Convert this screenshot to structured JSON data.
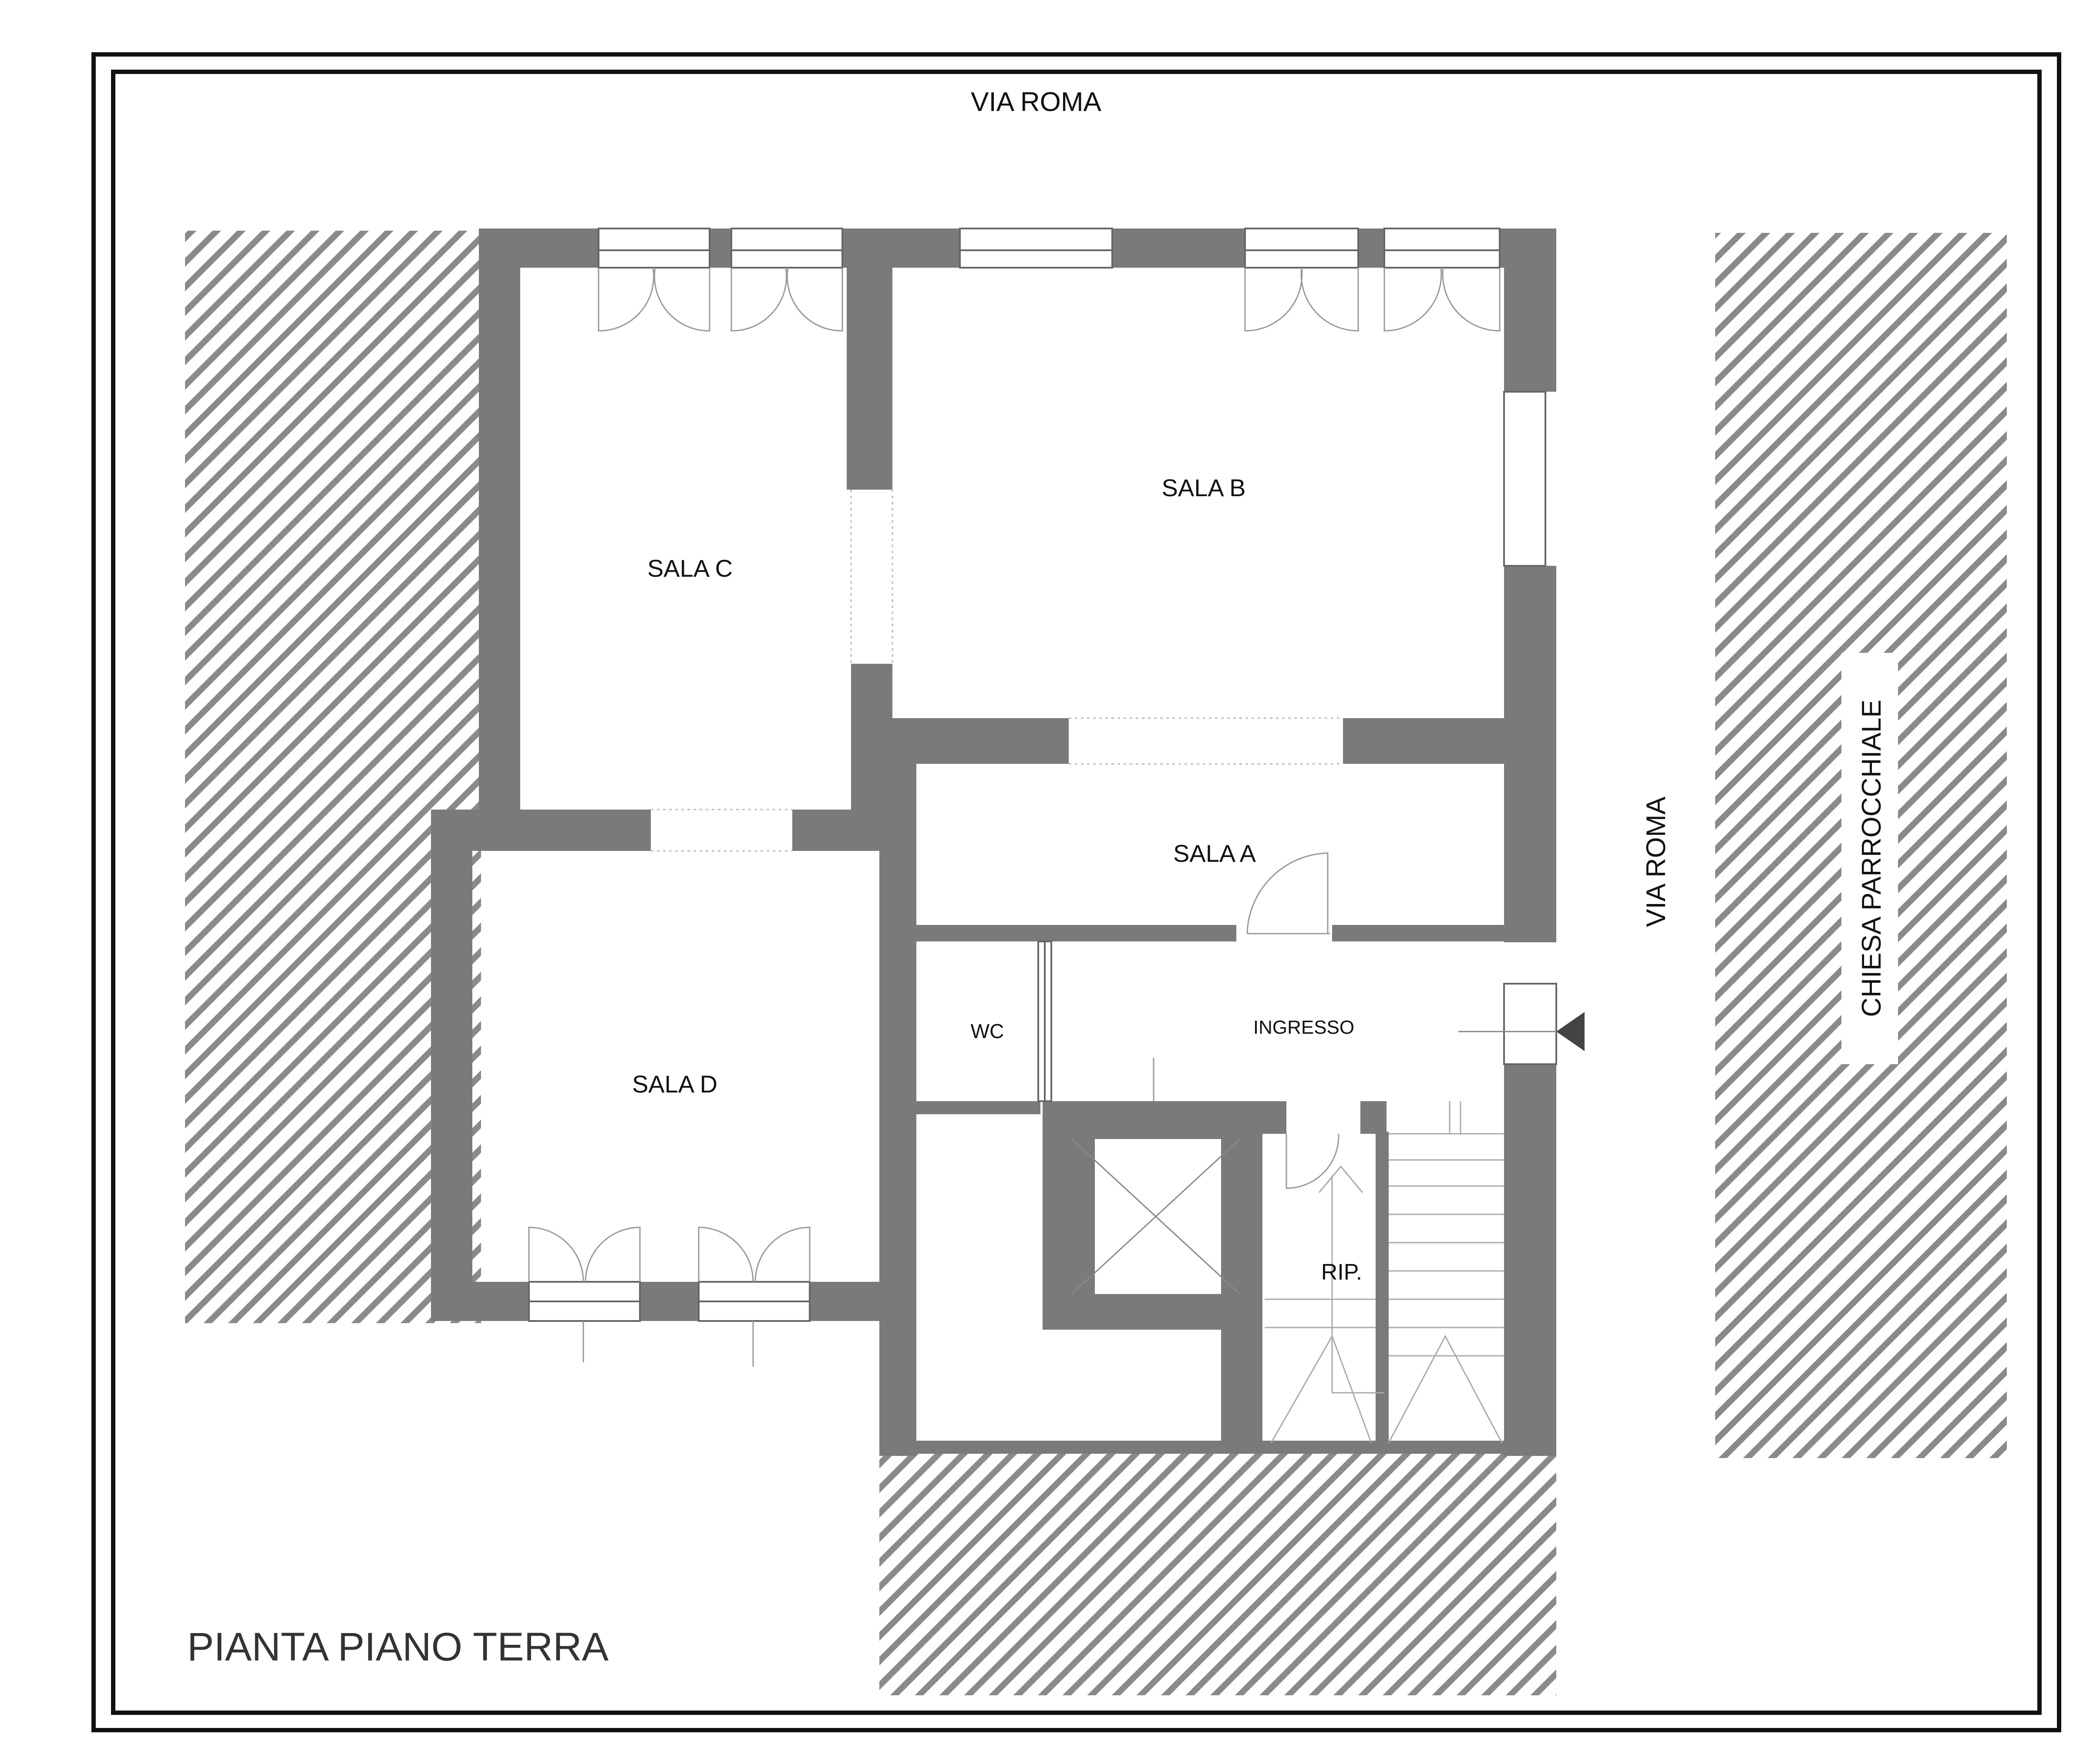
{
  "streets": {
    "north": "VIA ROMA",
    "east": "VIA ROMA"
  },
  "church_label": "CHIESA PARROCCHIALE",
  "rooms": {
    "sala_a": "SALA A",
    "sala_b": "SALA B",
    "sala_c": "SALA C",
    "sala_d": "SALA D",
    "wc": "WC",
    "ingresso": "INGRESSO",
    "ripostiglio": "RIP."
  },
  "plan_title": "PIANTA PIANO TERRA",
  "colors": {
    "wall": "#7a7a7a",
    "hatch": "#8a8a8a",
    "line": "#999999",
    "frame": "#111111",
    "entrance_arrow": "#444444"
  }
}
